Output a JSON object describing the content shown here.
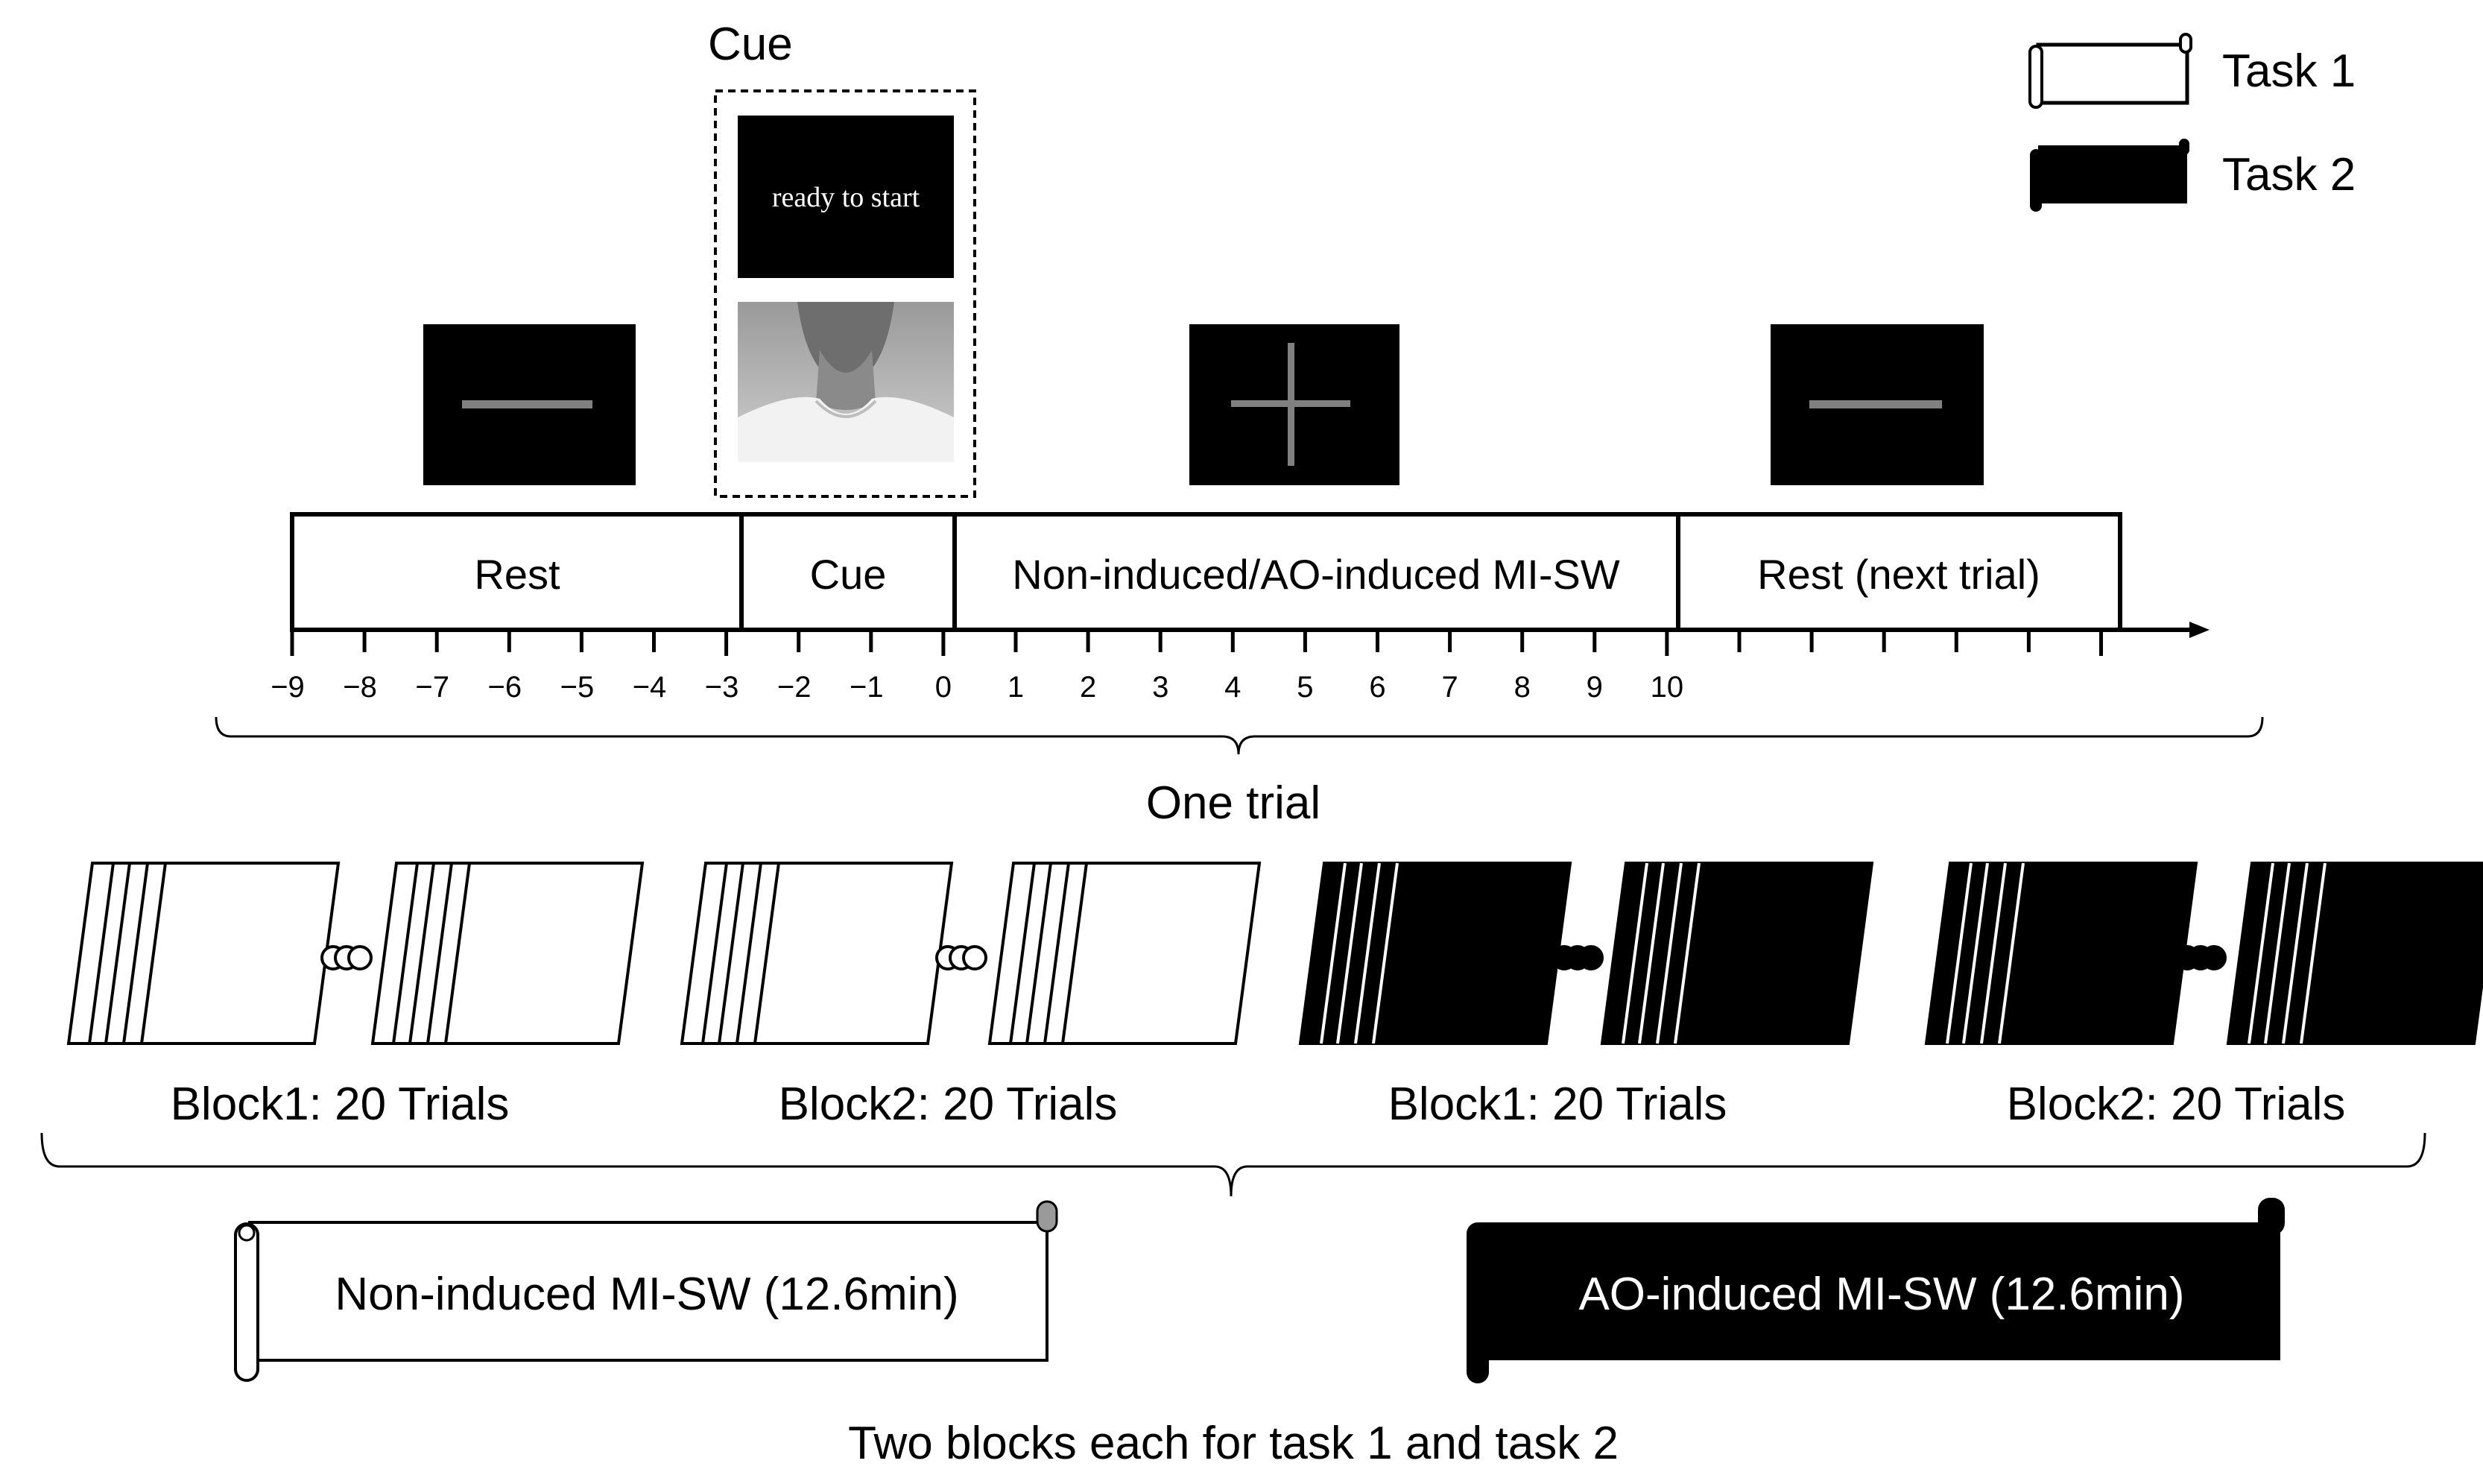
{
  "cue_panel": {
    "title": "Cue",
    "screen_text": "ready to start"
  },
  "legend": [
    {
      "label": "Task 1",
      "color": "#ffffff"
    },
    {
      "label": "Task 2",
      "color": "#000000"
    }
  ],
  "phases": [
    "Rest",
    "Cue",
    "Non-induced/AO-induced MI-SW",
    "Rest (next trial)"
  ],
  "ticks": [
    "−9",
    "−8",
    "−7",
    "−6",
    "−5",
    "−4",
    "−3",
    "−2",
    "−1",
    "0",
    "1",
    "2",
    "3",
    "4",
    "5",
    "6",
    "7",
    "8",
    "9",
    "10"
  ],
  "trial_label": "One trial",
  "blocks": [
    {
      "label": "Block1: 20 Trials",
      "task": 1
    },
    {
      "label": "Block2: 20 Trials",
      "task": 1
    },
    {
      "label": "Block1: 20 Trials",
      "task": 2
    },
    {
      "label": "Block2: 20 Trials",
      "task": 2
    }
  ],
  "tasks": [
    {
      "label": "Non-induced MI-SW (12.6min)",
      "color": "#ffffff"
    },
    {
      "label": "AO-induced MI-SW (12.6min)",
      "color": "#000000"
    }
  ],
  "caption": "Two blocks each for task 1 and task 2",
  "colors": {
    "ink": "#000000",
    "screen": "#000000",
    "screen_symbol": "#808080",
    "paper": "#ffffff"
  },
  "icons": [
    "rest-dash-screen-icon",
    "fixation-cross-screen-icon",
    "neck-photo-icon",
    "ellipsis-dots-icon",
    "scroll-banner-icon"
  ]
}
